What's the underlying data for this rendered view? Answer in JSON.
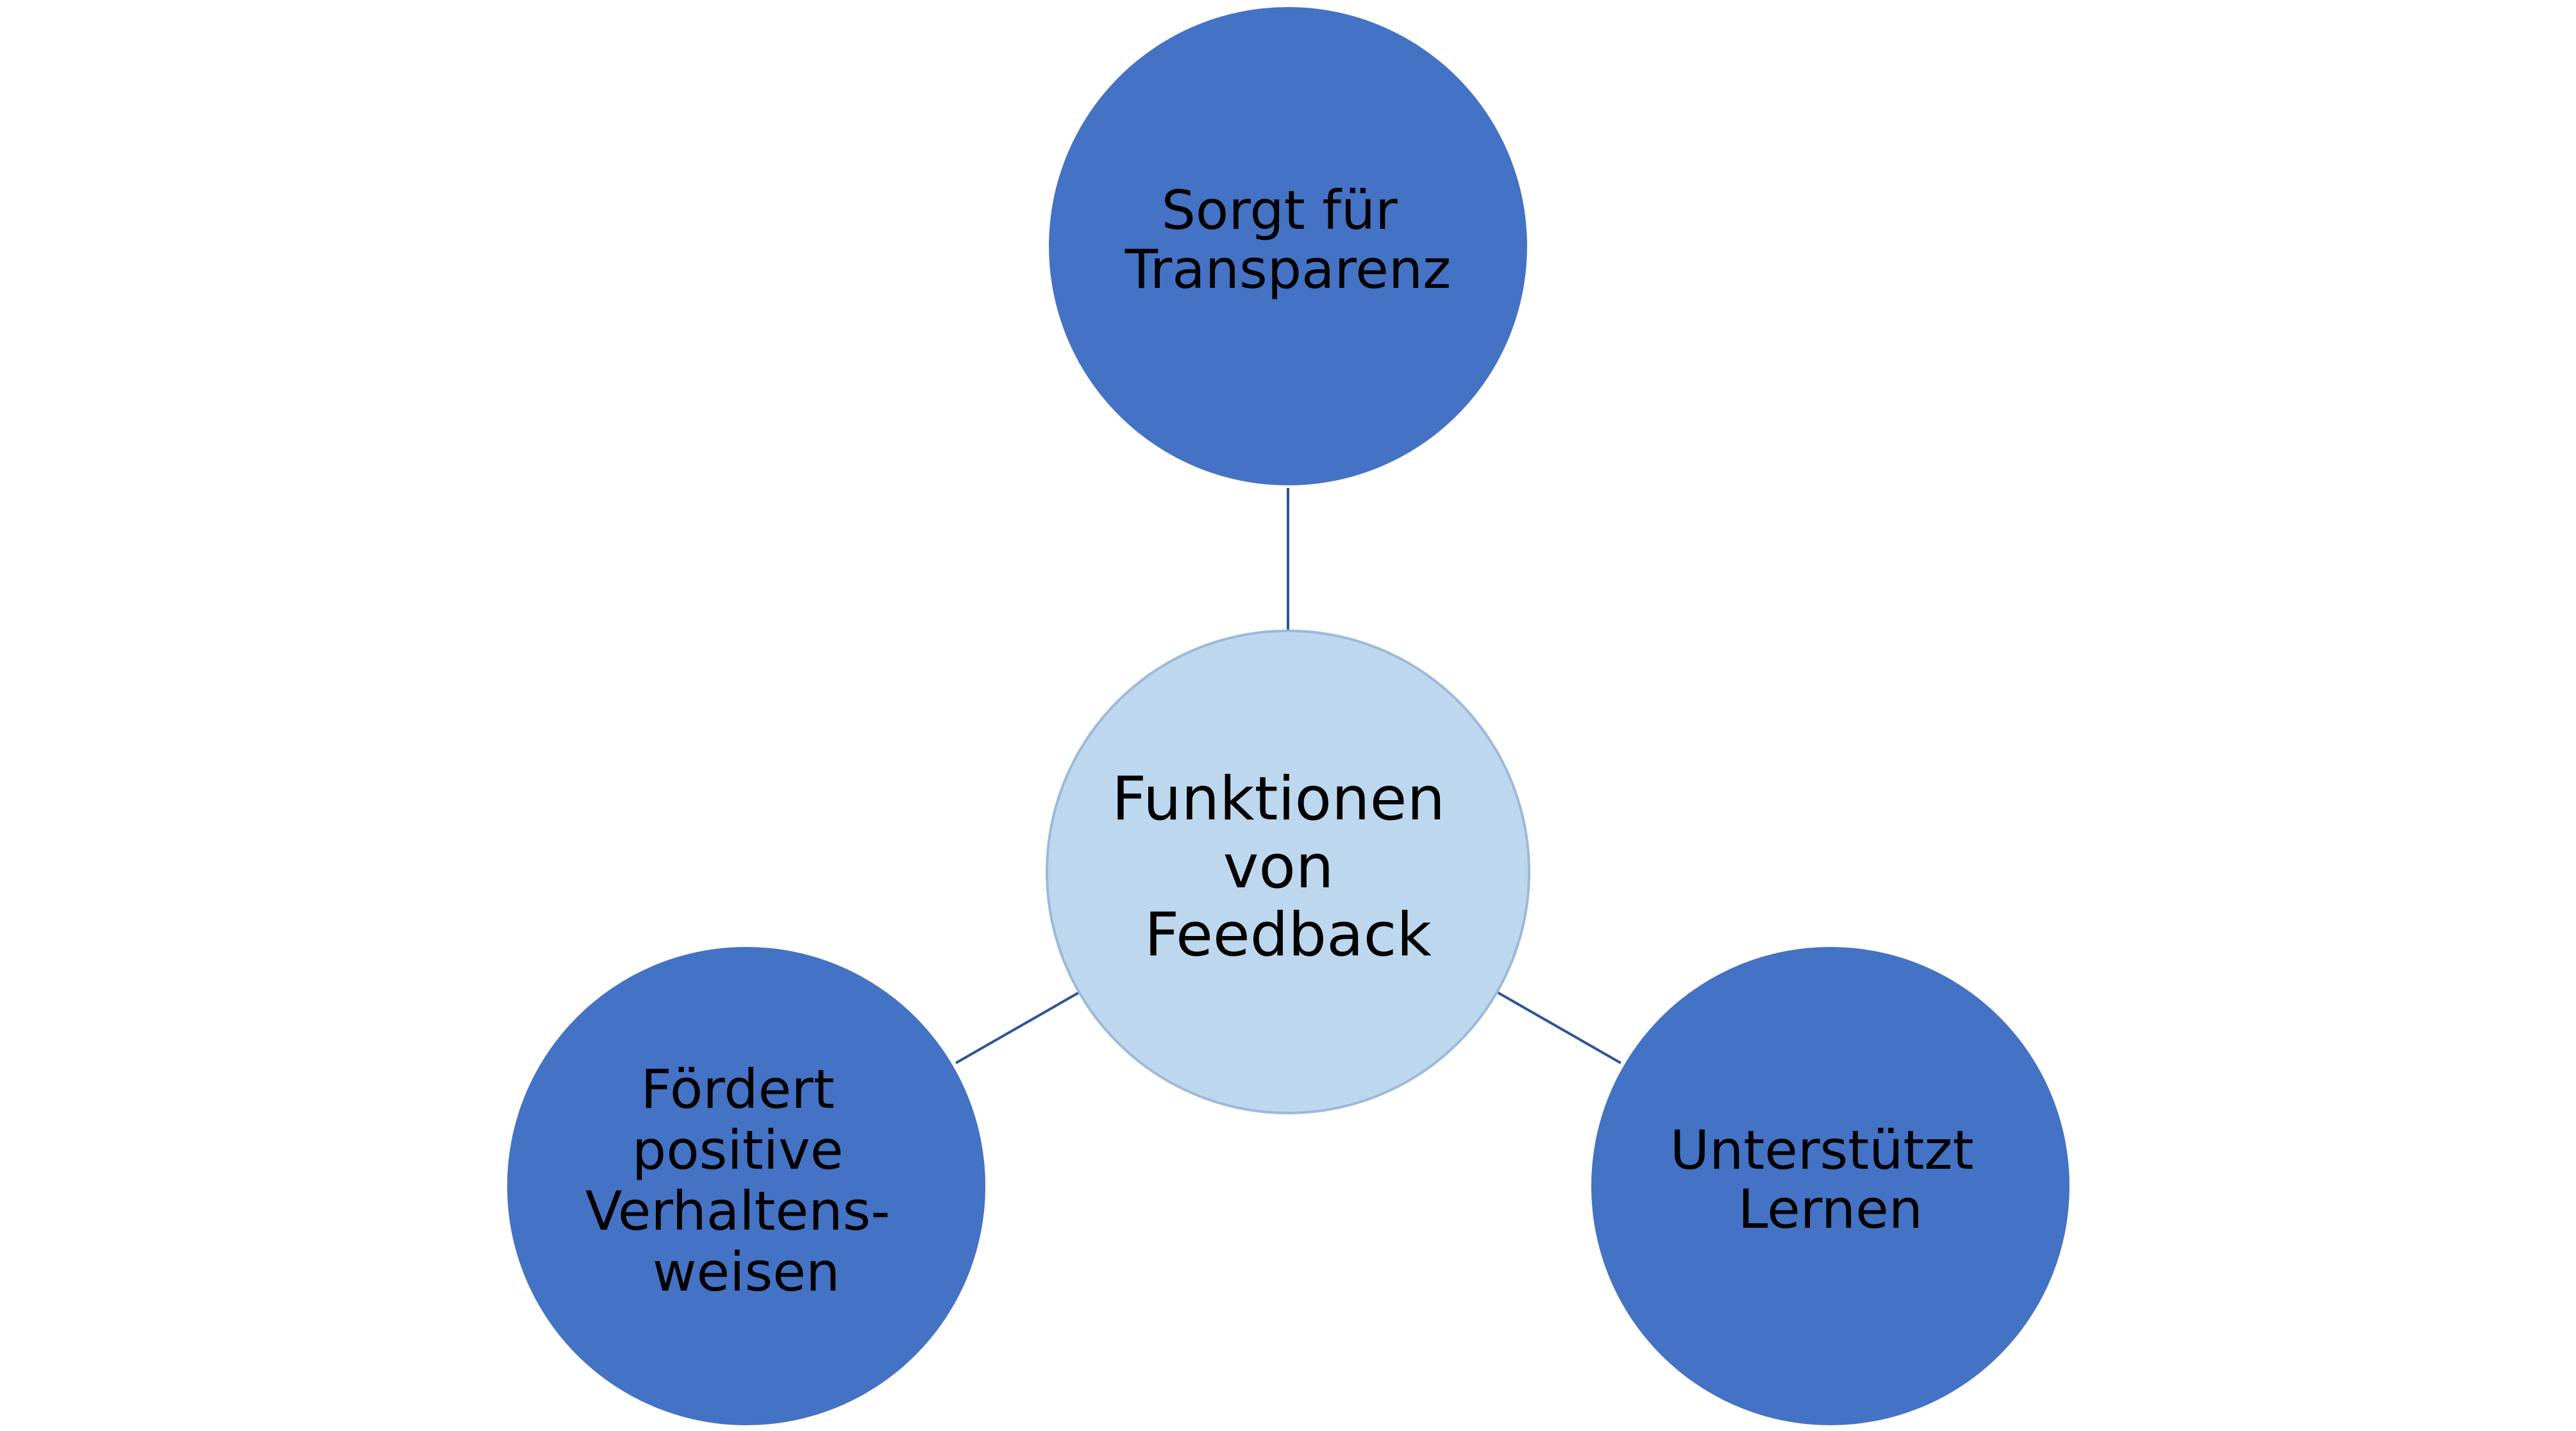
{
  "diagram": {
    "center": {
      "lines": [
        "Funktionen",
        "von",
        "Feedback"
      ]
    },
    "top": {
      "lines": [
        "Sorgt für",
        "Transparenz"
      ]
    },
    "right": {
      "lines": [
        "Unterstützt",
        "Lernen"
      ]
    },
    "left": {
      "lines": [
        "Fördert",
        "positive",
        "Verhaltens-",
        "weisen"
      ]
    }
  },
  "colors": {
    "outer_fill": "#4472C4",
    "center_fill": "#BDD7EE",
    "center_stroke": "#9DB9D8",
    "connector": "#2F5597"
  }
}
